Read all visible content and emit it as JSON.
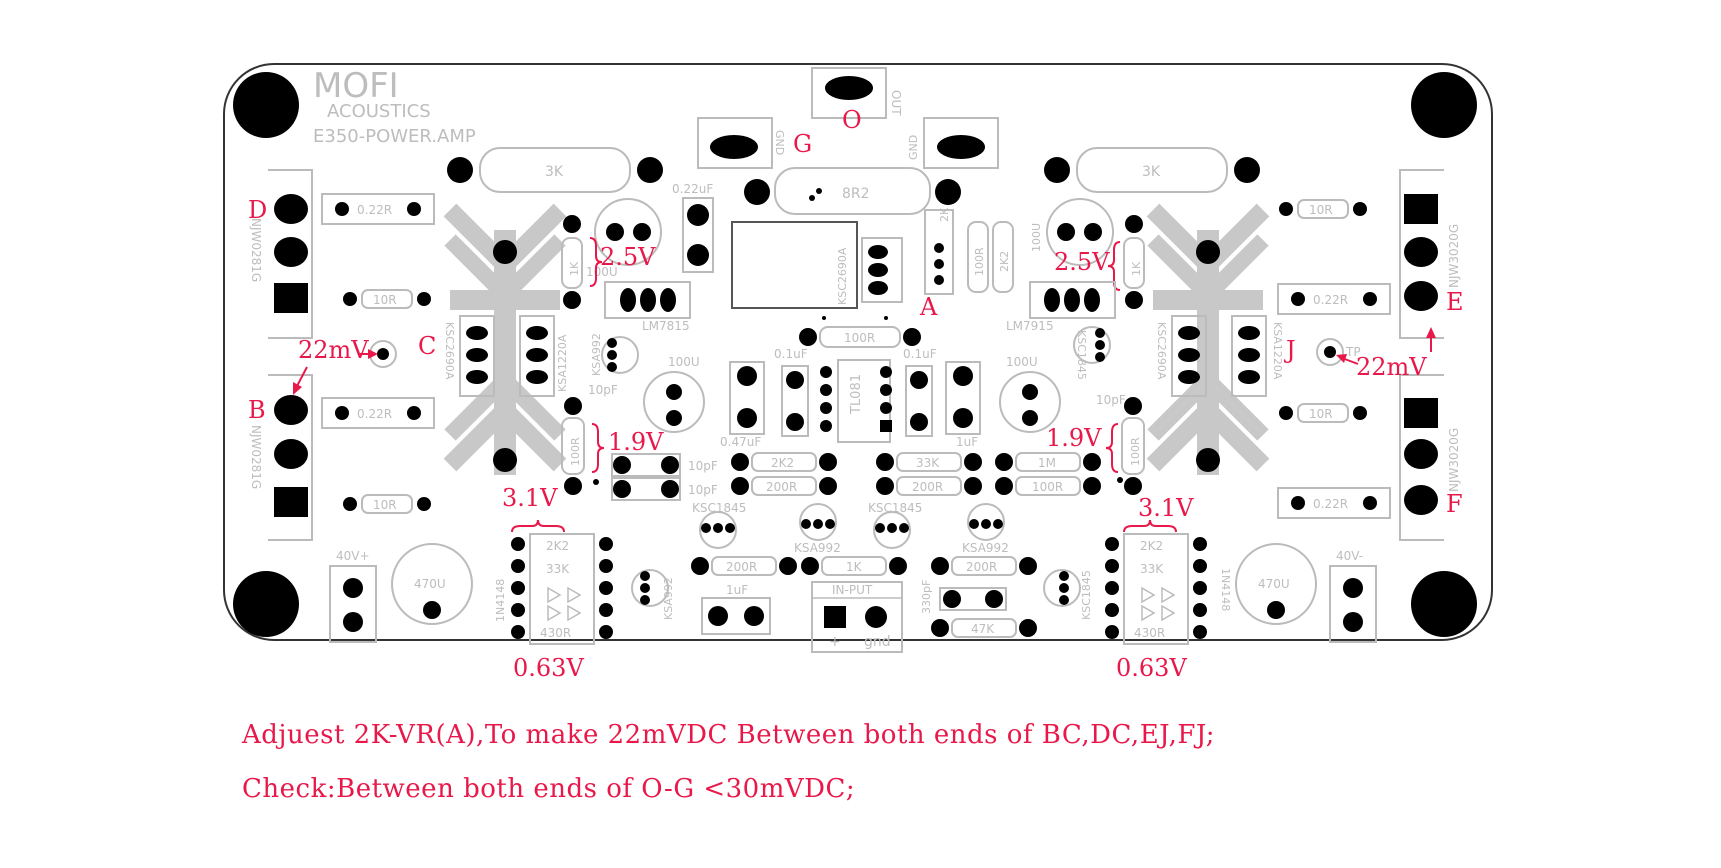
{
  "colors": {
    "silk": "#bdbdbd",
    "pad": "#000000",
    "annotation": "#e8194a",
    "board_fill": "#ffffff"
  },
  "logo": {
    "line1": "MOFI",
    "line2": "ACOUSTICS",
    "model": "E350-POWER.AMP"
  },
  "test_points": {
    "O": "O",
    "G": "G",
    "A": "A",
    "B": "B",
    "C": "C",
    "D": "D",
    "E": "E",
    "F": "F",
    "J": "J"
  },
  "voltages": {
    "left_top": "2.5V",
    "right_top": "2.5V",
    "left_mid": "1.9V",
    "right_mid": "1.9V",
    "left_bias": "3.1V",
    "right_bias": "3.1V",
    "left_bottom": "0.63V",
    "right_bottom": "0.63V",
    "left_offset": "22mV",
    "right_offset": "22mV"
  },
  "parts": {
    "out": "OUT",
    "gnd": "GND",
    "r3k": "3K",
    "r8r2": "8R2",
    "r022": "0.22R",
    "r10": "10R",
    "r1k": "1K",
    "r100": "100R",
    "r2k": "2K",
    "r2k2": "2K2",
    "r33k": "33K",
    "r200": "200R",
    "r1m": "1M",
    "r430": "430R",
    "r47k": "47K",
    "c022u": "0.22uF",
    "c01u": "0.1uF",
    "c047u": "0.47uF",
    "c1u": "1uF",
    "c10p": "10pF",
    "c330p": "330pF",
    "c100u": "100U",
    "c470u": "470U",
    "lm7815": "LM7815",
    "lm7915": "LM7915",
    "tl081": "TL081",
    "ksc2690a": "KSC2690A",
    "ksa1220a": "KSA1220A",
    "ksa992": "KSA992",
    "ksc1845": "KSC1845",
    "njw0281g": "NJW0281G",
    "njw3020g": "NJW3020G",
    "in4148": "1N4148",
    "v40p": "40V+",
    "v40m": "40V-",
    "input": "IN-PUT",
    "plus": "+",
    "gnd_low": "gnd",
    "tp": "TP"
  },
  "instructions": {
    "line1": "Adjuest 2K-VR(A),To make 22mVDC Between both ends of BC,DC,EJ,FJ;",
    "line2": "Check:Between both ends of O-G <30mVDC;"
  }
}
